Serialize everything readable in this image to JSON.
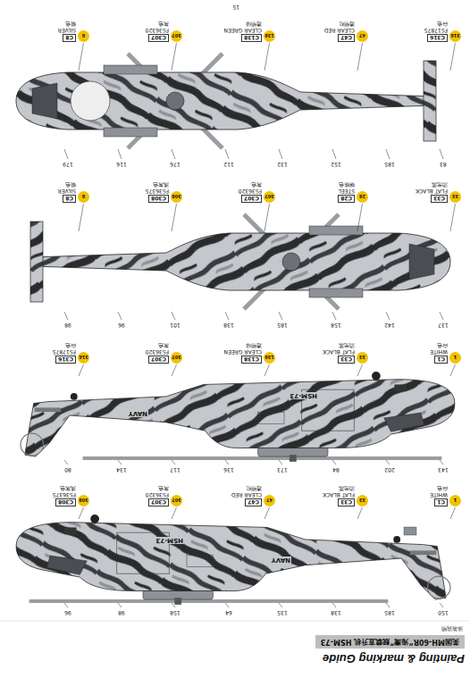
{
  "diagram": {
    "title": "Painting & marking Guide",
    "labels": [
      "美国MH-60R“海鹰”舰载直升机 HSM-73",
      "涂装说明",
      "15",
      "NAVY",
      "HSM-73",
      "NAVY",
      "HSM-73",
      "150",
      "185",
      "138",
      "135",
      "64",
      "158",
      "98",
      "96",
      "1",
      "C1",
      "WHITE",
      "白色",
      "33",
      "C33",
      "FLAT BLACK",
      "消光黑",
      "47",
      "C47",
      "CLEAR RED",
      "透明红",
      "307",
      "C307",
      "FS36320",
      "灰色",
      "308",
      "C308",
      "FS36375",
      "浅灰色",
      "143",
      "202",
      "84",
      "173",
      "136",
      "117",
      "134",
      "80",
      "1",
      "C1",
      "WHITE",
      "白色",
      "33",
      "C33",
      "FLAT BLACK",
      "消光黑",
      "138",
      "C138",
      "CLEAR GREEN",
      "透明绿",
      "307",
      "C307",
      "FS36320",
      "灰色",
      "316",
      "C316",
      "FS17875",
      "白色",
      "137",
      "142",
      "158",
      "185",
      "138",
      "101",
      "96",
      "98",
      "33",
      "C33",
      "FLAT BLACK",
      "消光黑",
      "28",
      "C28",
      "STEEL",
      "钢铁色",
      "307",
      "C307",
      "FS36320",
      "灰色",
      "308",
      "C308",
      "FS36375",
      "浅灰色",
      "8",
      "C8",
      "SILVER",
      "银色",
      "83",
      "185",
      "152",
      "132",
      "112",
      "176",
      "116",
      "179",
      "316",
      "C316",
      "FS17875",
      "白色",
      "47",
      "C47",
      "CLEAR RED",
      "透明红",
      "138",
      "C138",
      "CLEAR GREEN",
      "透明绿",
      "307",
      "C307",
      "FS36320",
      "灰色",
      "8",
      "C8",
      "SILVER",
      "银色"
    ]
  }
}
